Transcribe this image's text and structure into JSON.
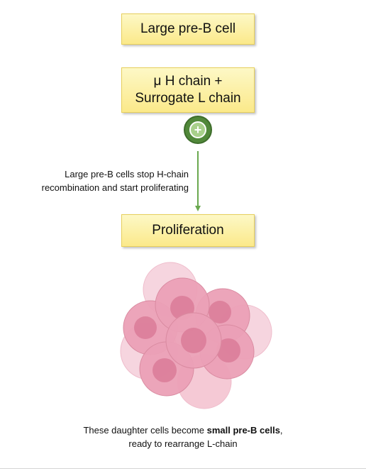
{
  "boxes": {
    "large_pre_b": "Large pre-B cell",
    "chain_line1": "μ H chain +",
    "chain_line2": "Surrogate L chain",
    "proliferation": "Proliferation"
  },
  "plus_symbol": "+",
  "side_note": {
    "line1": "Large pre-B cells stop H-chain",
    "line2": "recombination and start proliferating"
  },
  "bottom_note": {
    "prefix": "These daughter cells become ",
    "bold": "small pre-B cells",
    "suffix": ",",
    "line2": "ready to rearrange L-chain"
  },
  "colors": {
    "box_fill": "#fbe98a",
    "box_border": "#e7cf5b",
    "arrow": "#6aa84f",
    "badge": "#51883a",
    "cell_pink": "#e89ab0",
    "cell_light": "#f4c6d3"
  },
  "icons": {
    "badge": "plus-circle-icon",
    "arrow": "down-arrow-icon",
    "cells": "cell-cluster-illustration"
  }
}
